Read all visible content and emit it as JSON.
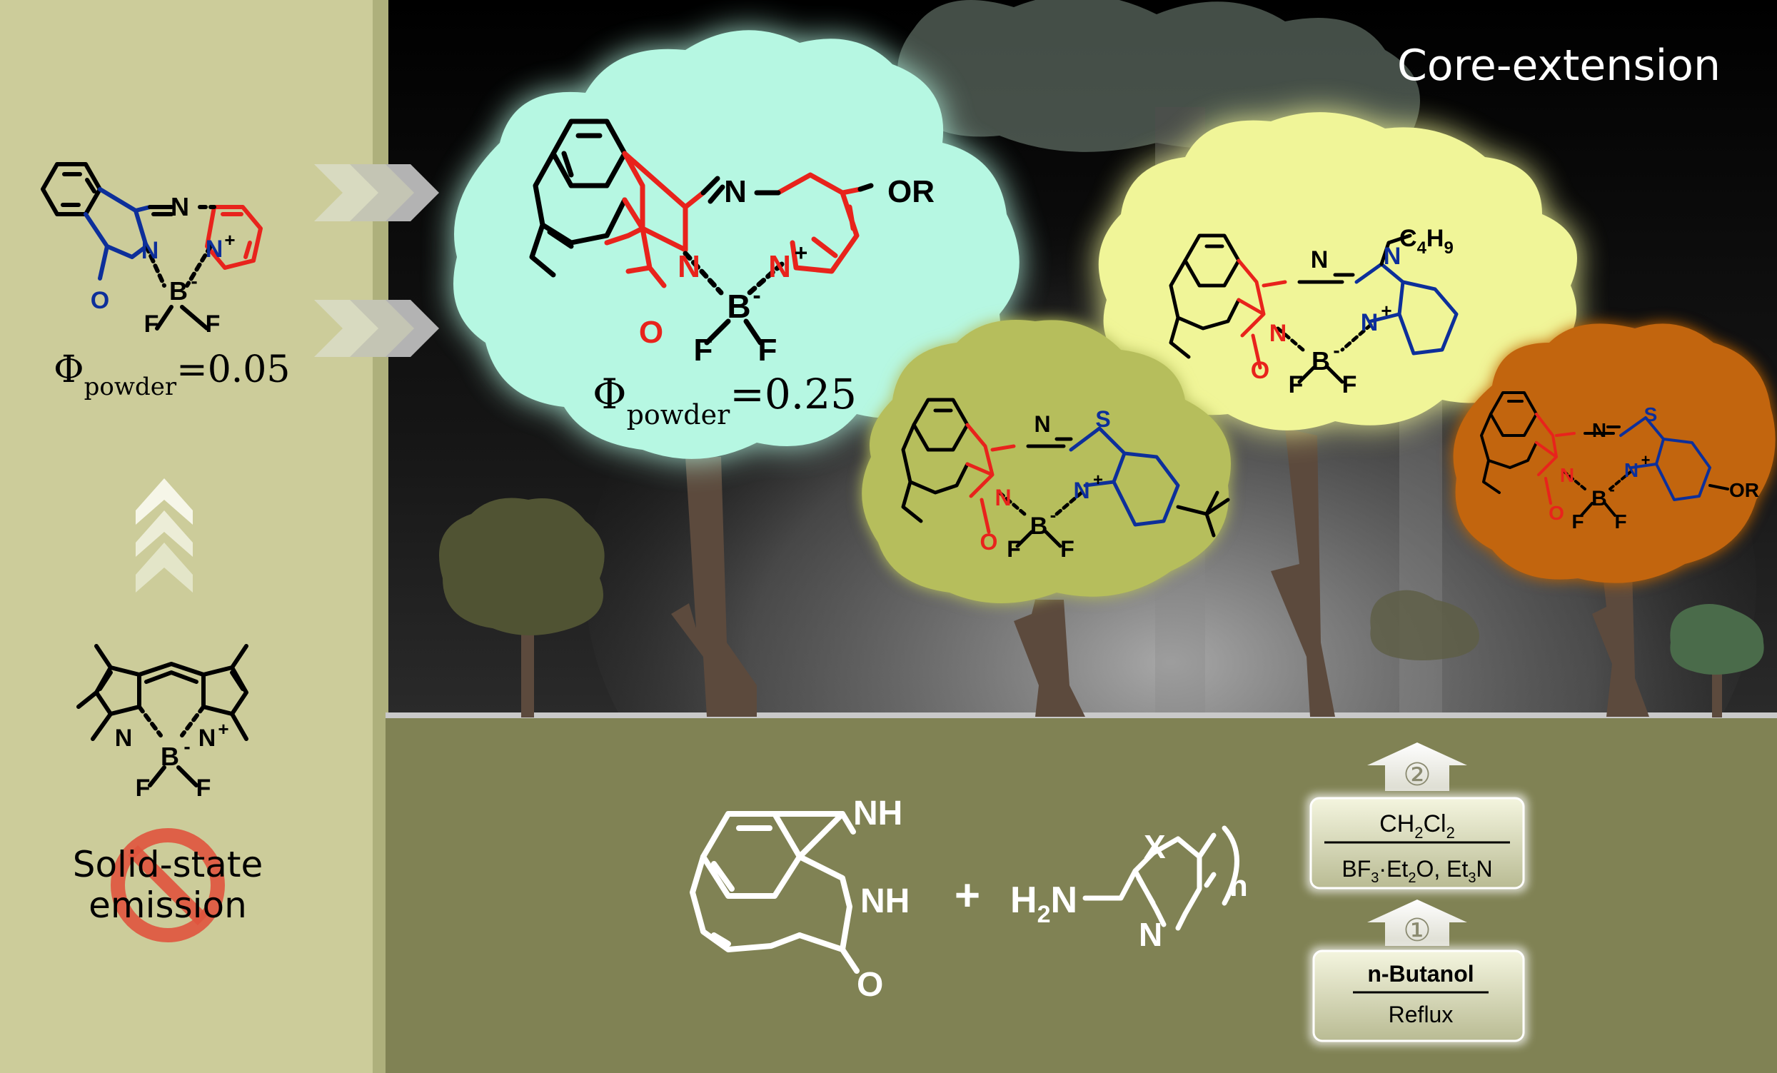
{
  "title": "Core-extension",
  "left_panel": {
    "start_quantum_yield": {
      "symbol": "Φ",
      "subscript": "powder",
      "value": "=0.05"
    },
    "bodipy_note_line1": "Solid-state",
    "bodipy_note_line2": "emission"
  },
  "featured_quantum_yield": {
    "symbol": "Φ",
    "subscript": "powder",
    "value": "=0.25"
  },
  "atoms": {
    "N": "N",
    "N_plus": "N",
    "plus": "+",
    "B": "B",
    "minus": "-",
    "F": "F",
    "O": "O",
    "S": "S",
    "OR": "OR",
    "C4H9_C": "C",
    "C4H9_4": "4",
    "C4H9_H": "H",
    "C4H9_9": "9"
  },
  "synthesis": {
    "reagent1": {
      "NH_top": "NH",
      "NH_mid": "NH",
      "O": "O"
    },
    "plus_sign": "+",
    "reagent2": {
      "H2N_H": "H",
      "H2N_2": "2",
      "H2N_N": "N",
      "X": "X",
      "N": "N",
      "n": "n"
    },
    "step2": {
      "number": "②",
      "line1_a": "CH",
      "line1_b": "2",
      "line1_c": "Cl",
      "line1_d": "2",
      "line2_a": "BF",
      "line2_b": "3",
      "line2_c": "·Et",
      "line2_d": "2",
      "line2_e": "O, Et",
      "line2_f": "3",
      "line2_g": "N"
    },
    "step1": {
      "number": "①",
      "line1": "n-Butanol",
      "line2": "Reflux"
    }
  },
  "colors": {
    "left_panel": "#cccc9a",
    "ground": "#808254",
    "cyan_cloud": "#b6f7e2",
    "yellow_cloud": "#f0f598",
    "olive_cloud": "#b6be5c",
    "orange_cloud": "#c2650e",
    "red_bond": "#e8231c",
    "blue_bond": "#0d2f9a",
    "trunk": "#5c4a3d"
  },
  "icons": [
    "chevron-right-icon",
    "chevron-up-icon",
    "prohibited-icon",
    "tree-icon",
    "cloud-icon"
  ]
}
